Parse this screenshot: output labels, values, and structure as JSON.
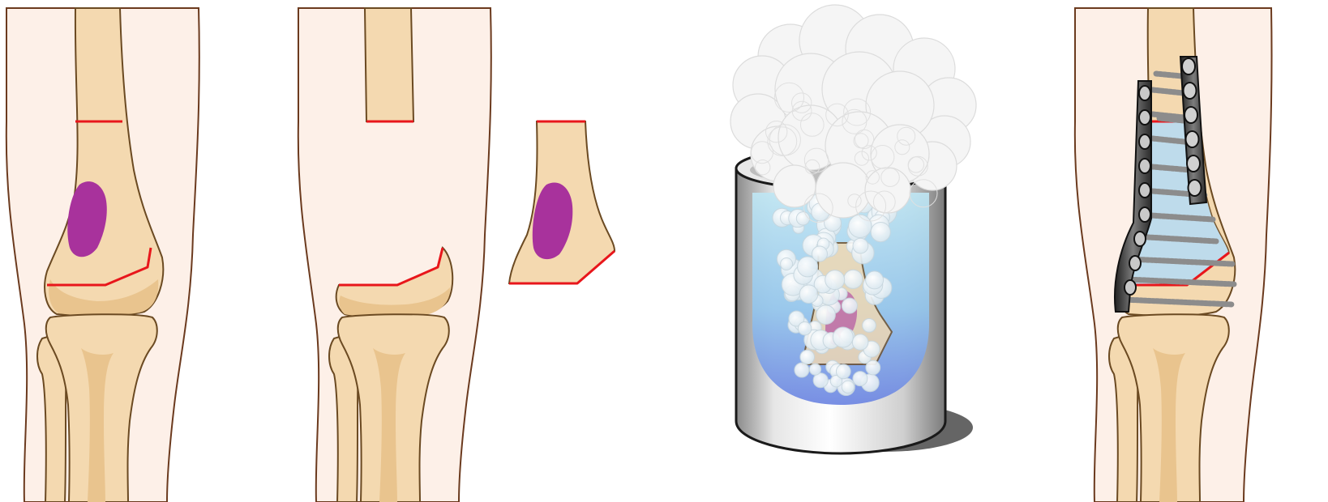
{
  "figure": {
    "panel_count": 4,
    "colors": {
      "skin": "#fdf0e8",
      "skin_outline": "#6b3a1e",
      "bone": "#f4d9b0",
      "bone_shade": "#e9c48e",
      "bone_outline": "#6b4a22",
      "tumor": "#a8329c",
      "cut_line": "#e8161b",
      "liquid_nitrogen": "#a8d8ee",
      "liquid_deep": "#6f8fe0",
      "vapor": "#f4f4f4",
      "plate": "#3a3a3a",
      "screw": "#8c8c8c"
    },
    "panels": [
      {
        "name": "tumor-in-distal-femur",
        "elements": [
          "femur",
          "tumor",
          "osteotomy-lines",
          "tibia",
          "fibula"
        ]
      },
      {
        "name": "en-bloc-resection",
        "elements": [
          "proximal-femur-stump",
          "distal-femur-remnant",
          "resected-segment-with-tumor"
        ]
      },
      {
        "name": "liquid-nitrogen-freezing",
        "elements": [
          "container",
          "liquid-nitrogen",
          "vapor-cloud",
          "bubbles",
          "frozen-bone-segment"
        ]
      },
      {
        "name": "reimplantation-plate-fixation",
        "elements": [
          "recycled-bone-segment",
          "locking-plate",
          "screws"
        ]
      }
    ]
  }
}
